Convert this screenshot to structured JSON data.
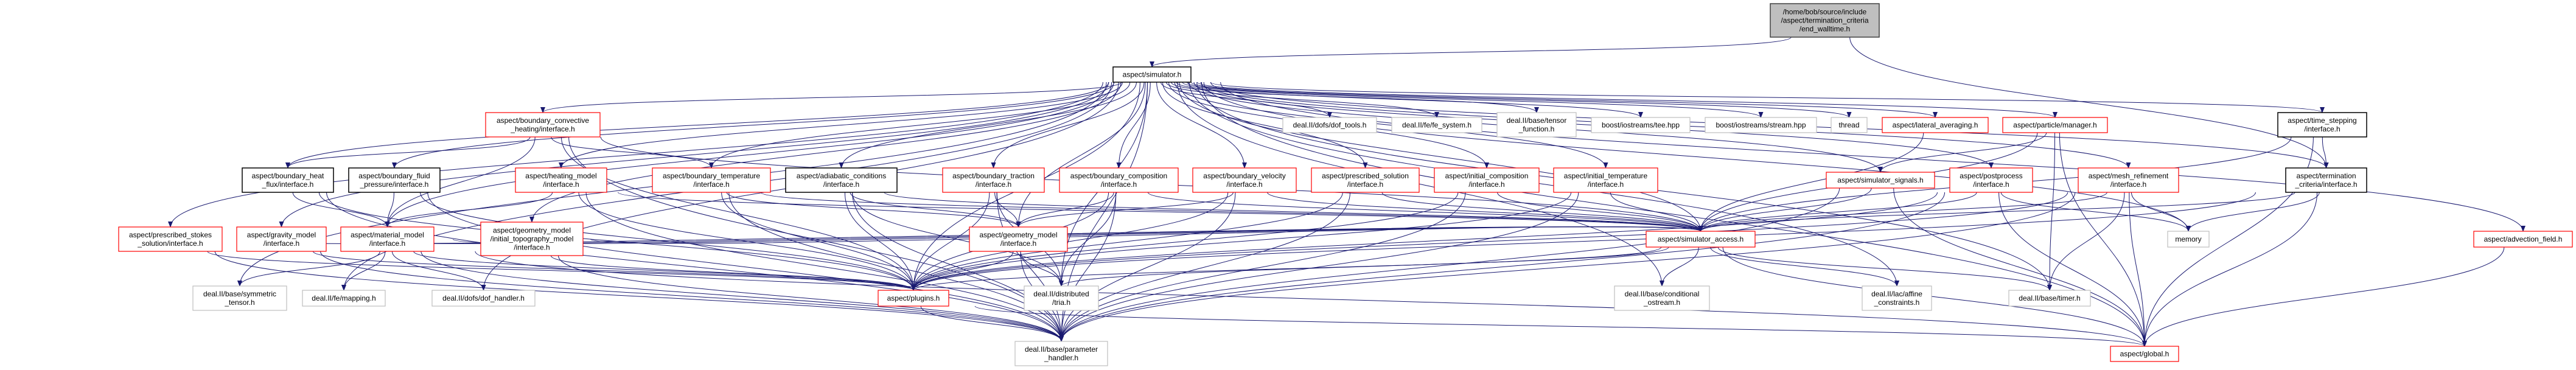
{
  "graph": {
    "edge_color": "#191970",
    "node_styles": {
      "red": {
        "border": "#ff0000",
        "fill": "#ffffff"
      },
      "black": {
        "border": "#000000",
        "fill": "#ffffff"
      },
      "gray": {
        "border": "#bfbfbf",
        "fill": "#ffffff"
      },
      "focus": {
        "border": "#404040",
        "fill": "#bfbfbf"
      }
    },
    "nodes": [
      {
        "id": "ew",
        "style": "focus",
        "lines": [
          "/home/bob/source/include",
          "/aspect/termination_criteria",
          "/end_walltime.h"
        ]
      },
      {
        "id": "sim",
        "style": "black",
        "lines": [
          "aspect/simulator.h"
        ]
      },
      {
        "id": "bch",
        "style": "red",
        "lines": [
          "aspect/boundary_convective",
          "_heating/interface.h"
        ]
      },
      {
        "id": "bhf",
        "style": "black",
        "lines": [
          "aspect/boundary_heat",
          "_flux/interface.h"
        ]
      },
      {
        "id": "bfp",
        "style": "black",
        "lines": [
          "aspect/boundary_fluid",
          "_pressure/interface.h"
        ]
      },
      {
        "id": "hm",
        "style": "red",
        "lines": [
          "aspect/heating_model",
          "/interface.h"
        ]
      },
      {
        "id": "pss",
        "style": "red",
        "lines": [
          "aspect/prescribed_stokes",
          "_solution/interface.h"
        ]
      },
      {
        "id": "gm",
        "style": "red",
        "lines": [
          "aspect/gravity_model",
          "/interface.h"
        ]
      },
      {
        "id": "mm",
        "style": "red",
        "lines": [
          "aspect/material_model",
          "/interface.h"
        ]
      },
      {
        "id": "itm",
        "style": "red",
        "lines": [
          "aspect/geometry_model",
          "/initial_topography_model",
          "/interface.h"
        ]
      },
      {
        "id": "st",
        "style": "gray",
        "lines": [
          "deal.II/base/symmetric",
          "_tensor.h"
        ]
      },
      {
        "id": "map",
        "style": "gray",
        "lines": [
          "deal.II/fe/mapping.h"
        ]
      },
      {
        "id": "dh",
        "style": "gray",
        "lines": [
          "deal.II/dofs/dof_handler.h"
        ]
      },
      {
        "id": "bt",
        "style": "red",
        "lines": [
          "aspect/boundary_temperature",
          "/interface.h"
        ]
      },
      {
        "id": "ac",
        "style": "black",
        "lines": [
          "aspect/adiabatic_conditions",
          "/interface.h"
        ]
      },
      {
        "id": "btr",
        "style": "red",
        "lines": [
          "aspect/boundary_traction",
          "/interface.h"
        ]
      },
      {
        "id": "bc",
        "style": "red",
        "lines": [
          "aspect/boundary_composition",
          "/interface.h"
        ]
      },
      {
        "id": "bv",
        "style": "red",
        "lines": [
          "aspect/boundary_velocity",
          "/interface.h"
        ]
      },
      {
        "id": "geo",
        "style": "red",
        "lines": [
          "aspect/geometry_model",
          "/interface.h"
        ]
      },
      {
        "id": "plg",
        "style": "red",
        "lines": [
          "aspect/plugins.h"
        ]
      },
      {
        "id": "tria",
        "style": "gray",
        "lines": [
          "deal.II/distributed",
          "/tria.h"
        ]
      },
      {
        "id": "ph",
        "style": "gray",
        "lines": [
          "deal.II/base/parameter",
          "_handler.h"
        ]
      },
      {
        "id": "dt",
        "style": "gray",
        "lines": [
          "deal.II/dofs/dof_tools.h"
        ]
      },
      {
        "id": "fes",
        "style": "gray",
        "lines": [
          "deal.II/fe/fe_system.h"
        ]
      },
      {
        "id": "tf",
        "style": "gray",
        "lines": [
          "deal.II/base/tensor",
          "_function.h"
        ]
      },
      {
        "id": "tee",
        "style": "gray",
        "lines": [
          "boost/iostreams/tee.hpp"
        ]
      },
      {
        "id": "strm",
        "style": "gray",
        "lines": [
          "boost/iostreams/stream.hpp"
        ]
      },
      {
        "id": "thr",
        "style": "gray",
        "lines": [
          "thread"
        ]
      },
      {
        "id": "la",
        "style": "red",
        "lines": [
          "aspect/lateral_averaging.h"
        ]
      },
      {
        "id": "pm",
        "style": "red",
        "lines": [
          "aspect/particle/manager.h"
        ]
      },
      {
        "id": "ps",
        "style": "red",
        "lines": [
          "aspect/prescribed_solution",
          "/interface.h"
        ]
      },
      {
        "id": "ic",
        "style": "red",
        "lines": [
          "aspect/initial_composition",
          "/interface.h"
        ]
      },
      {
        "id": "it",
        "style": "red",
        "lines": [
          "aspect/initial_temperature",
          "/interface.h"
        ]
      },
      {
        "id": "ss",
        "style": "red",
        "lines": [
          "aspect/simulator_signals.h"
        ]
      },
      {
        "id": "sa",
        "style": "red",
        "lines": [
          "aspect/simulator_access.h"
        ]
      },
      {
        "id": "co",
        "style": "gray",
        "lines": [
          "deal.II/base/conditional",
          "_ostream.h"
        ]
      },
      {
        "id": "afc",
        "style": "gray",
        "lines": [
          "deal.II/lac/affine",
          "_constraints.h"
        ]
      },
      {
        "id": "tmr",
        "style": "gray",
        "lines": [
          "deal.II/base/timer.h"
        ]
      },
      {
        "id": "pp",
        "style": "red",
        "lines": [
          "aspect/postprocess",
          "/interface.h"
        ]
      },
      {
        "id": "mr",
        "style": "red",
        "lines": [
          "aspect/mesh_refinement",
          "/interface.h"
        ]
      },
      {
        "id": "ts",
        "style": "black",
        "lines": [
          "aspect/time_stepping",
          "/interface.h"
        ]
      },
      {
        "id": "tc",
        "style": "black",
        "lines": [
          "aspect/termination",
          "_criteria/interface.h"
        ]
      },
      {
        "id": "mem",
        "style": "gray",
        "lines": [
          "memory"
        ]
      },
      {
        "id": "af",
        "style": "red",
        "lines": [
          "aspect/advection_field.h"
        ]
      },
      {
        "id": "glb",
        "style": "red",
        "lines": [
          "aspect/global.h"
        ]
      }
    ],
    "edges": [
      [
        "ew",
        "sim"
      ],
      [
        "ew",
        "tc"
      ],
      [
        "sim",
        "bch"
      ],
      [
        "sim",
        "bhf"
      ],
      [
        "sim",
        "bfp"
      ],
      [
        "sim",
        "hm"
      ],
      [
        "sim",
        "pss"
      ],
      [
        "sim",
        "gm"
      ],
      [
        "sim",
        "mm"
      ],
      [
        "sim",
        "itm"
      ],
      [
        "sim",
        "st"
      ],
      [
        "sim",
        "map"
      ],
      [
        "sim",
        "dh"
      ],
      [
        "sim",
        "bt"
      ],
      [
        "sim",
        "ac"
      ],
      [
        "sim",
        "btr"
      ],
      [
        "sim",
        "bc"
      ],
      [
        "sim",
        "bv"
      ],
      [
        "sim",
        "geo"
      ],
      [
        "sim",
        "plg"
      ],
      [
        "sim",
        "tria"
      ],
      [
        "sim",
        "ph"
      ],
      [
        "sim",
        "dt"
      ],
      [
        "sim",
        "fes"
      ],
      [
        "sim",
        "tf"
      ],
      [
        "sim",
        "tee"
      ],
      [
        "sim",
        "strm"
      ],
      [
        "sim",
        "thr"
      ],
      [
        "sim",
        "la"
      ],
      [
        "sim",
        "pm"
      ],
      [
        "sim",
        "ps"
      ],
      [
        "sim",
        "ic"
      ],
      [
        "sim",
        "it"
      ],
      [
        "sim",
        "ss"
      ],
      [
        "sim",
        "sa"
      ],
      [
        "sim",
        "co"
      ],
      [
        "sim",
        "afc"
      ],
      [
        "sim",
        "tmr"
      ],
      [
        "sim",
        "pp"
      ],
      [
        "sim",
        "mr"
      ],
      [
        "sim",
        "ts"
      ],
      [
        "sim",
        "tc"
      ],
      [
        "sim",
        "mem"
      ],
      [
        "sim",
        "af"
      ],
      [
        "sim",
        "glb"
      ],
      [
        "bch",
        "bhf"
      ],
      [
        "bch",
        "mm"
      ],
      [
        "bch",
        "bt"
      ],
      [
        "bch",
        "plg"
      ],
      [
        "bch",
        "ph"
      ],
      [
        "bch",
        "sa"
      ],
      [
        "bhf",
        "mm"
      ],
      [
        "bhf",
        "plg"
      ],
      [
        "bhf",
        "ph"
      ],
      [
        "bfp",
        "mm"
      ],
      [
        "bfp",
        "plg"
      ],
      [
        "bfp",
        "ph"
      ],
      [
        "hm",
        "mm"
      ],
      [
        "hm",
        "plg"
      ],
      [
        "hm",
        "ph"
      ],
      [
        "hm",
        "sa"
      ],
      [
        "pss",
        "ph"
      ],
      [
        "pss",
        "plg"
      ],
      [
        "pss",
        "sa"
      ],
      [
        "gm",
        "plg"
      ],
      [
        "gm",
        "ph"
      ],
      [
        "gm",
        "sa"
      ],
      [
        "mm",
        "st"
      ],
      [
        "mm",
        "map"
      ],
      [
        "mm",
        "dh"
      ],
      [
        "mm",
        "plg"
      ],
      [
        "mm",
        "ph"
      ],
      [
        "mm",
        "sa"
      ],
      [
        "mm",
        "glb"
      ],
      [
        "itm",
        "plg"
      ],
      [
        "itm",
        "ph"
      ],
      [
        "itm",
        "sa"
      ],
      [
        "bt",
        "geo"
      ],
      [
        "bt",
        "plg"
      ],
      [
        "bt",
        "ph"
      ],
      [
        "bt",
        "sa"
      ],
      [
        "ac",
        "geo"
      ],
      [
        "ac",
        "plg"
      ],
      [
        "ac",
        "ph"
      ],
      [
        "ac",
        "sa"
      ],
      [
        "ac",
        "tria"
      ],
      [
        "btr",
        "geo"
      ],
      [
        "btr",
        "plg"
      ],
      [
        "btr",
        "ph"
      ],
      [
        "btr",
        "tria"
      ],
      [
        "bc",
        "geo"
      ],
      [
        "bc",
        "plg"
      ],
      [
        "bc",
        "ph"
      ],
      [
        "bc",
        "tria"
      ],
      [
        "bc",
        "sa"
      ],
      [
        "bv",
        "geo"
      ],
      [
        "bv",
        "plg"
      ],
      [
        "bv",
        "ph"
      ],
      [
        "bv",
        "sa"
      ],
      [
        "geo",
        "plg"
      ],
      [
        "geo",
        "tria"
      ],
      [
        "geo",
        "ph"
      ],
      [
        "plg",
        "ph"
      ],
      [
        "plg",
        "glb"
      ],
      [
        "ps",
        "plg"
      ],
      [
        "ps",
        "ph"
      ],
      [
        "ps",
        "sa"
      ],
      [
        "ic",
        "plg"
      ],
      [
        "ic",
        "ph"
      ],
      [
        "ic",
        "sa"
      ],
      [
        "it",
        "plg"
      ],
      [
        "it",
        "ph"
      ],
      [
        "it",
        "sa"
      ],
      [
        "la",
        "sa"
      ],
      [
        "pm",
        "sa"
      ],
      [
        "pm",
        "tmr"
      ],
      [
        "pm",
        "glb"
      ],
      [
        "pm",
        "ss"
      ],
      [
        "ss",
        "sa"
      ],
      [
        "ss",
        "ph"
      ],
      [
        "ss",
        "glb"
      ],
      [
        "sa",
        "co"
      ],
      [
        "sa",
        "afc"
      ],
      [
        "sa",
        "tmr"
      ],
      [
        "sa",
        "plg"
      ],
      [
        "sa",
        "tria"
      ],
      [
        "sa",
        "glb"
      ],
      [
        "pp",
        "sa"
      ],
      [
        "pp",
        "plg"
      ],
      [
        "pp",
        "mem"
      ],
      [
        "pp",
        "glb"
      ],
      [
        "pp",
        "ph"
      ],
      [
        "mr",
        "sa"
      ],
      [
        "mr",
        "plg"
      ],
      [
        "mr",
        "mem"
      ],
      [
        "mr",
        "glb"
      ],
      [
        "mr",
        "tmr"
      ],
      [
        "mr",
        "ph"
      ],
      [
        "ts",
        "sa"
      ],
      [
        "ts",
        "tc"
      ],
      [
        "ts",
        "glb"
      ],
      [
        "tc",
        "sa"
      ],
      [
        "tc",
        "mem"
      ],
      [
        "tc",
        "glb"
      ],
      [
        "tc",
        "plg"
      ],
      [
        "af",
        "glb"
      ]
    ]
  }
}
